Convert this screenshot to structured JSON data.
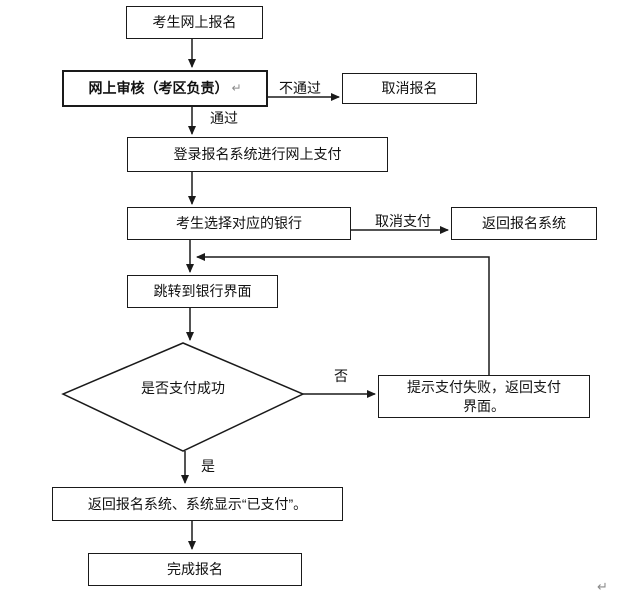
{
  "page": {
    "background": "#ffffff",
    "trailing_return_mark": "↵"
  },
  "flowchart": {
    "type": "flowchart",
    "nodes": {
      "register": "考生网上报名",
      "review": "网上审核（考区负责）",
      "review_return_mark": "↵",
      "cancel_register": "取消报名",
      "login_pay": "登录报名系统进行网上支付",
      "choose_bank": "考生选择对应的银行",
      "return_system": "返回报名系统",
      "bank_page": "跳转到银行界面",
      "decision": "是否支付成功",
      "pay_failed": "提示支付失败，返回支付\n界面。",
      "return_paid": "返回报名系统、系统显示“已支付”。",
      "finish": "完成报名"
    },
    "edge_labels": {
      "not_pass": "不通过",
      "pass": "通过",
      "cancel_pay": "取消支付",
      "no": "否",
      "yes": "是"
    },
    "edges": [
      {
        "from": "register",
        "to": "review"
      },
      {
        "from": "review",
        "to": "cancel_register",
        "label": "不通过"
      },
      {
        "from": "review",
        "to": "login_pay",
        "label": "通过"
      },
      {
        "from": "login_pay",
        "to": "choose_bank"
      },
      {
        "from": "choose_bank",
        "to": "return_system",
        "label": "取消支付"
      },
      {
        "from": "choose_bank",
        "to": "bank_page"
      },
      {
        "from": "bank_page",
        "to": "decision"
      },
      {
        "from": "decision",
        "to": "pay_failed",
        "label": "否"
      },
      {
        "from": "pay_failed",
        "to": "bank_page",
        "note": "loop back above 跳转到银行界面"
      },
      {
        "from": "decision",
        "to": "return_paid",
        "label": "是"
      },
      {
        "from": "return_paid",
        "to": "finish"
      }
    ],
    "colors": {
      "line": "#1a1a1a",
      "text": "#111111",
      "box_background": "#ffffff",
      "return_mark": "#8a8a8a"
    }
  }
}
